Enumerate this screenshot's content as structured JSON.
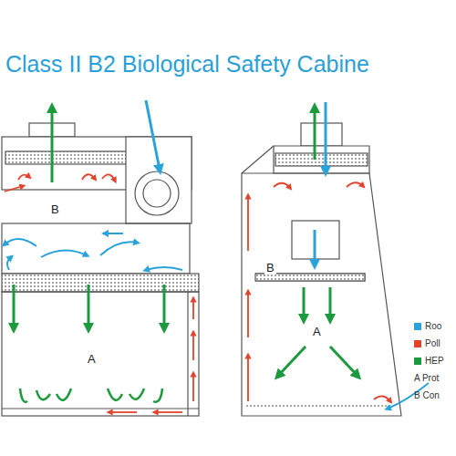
{
  "diagram": {
    "title": "Class II B2 Biological Safety Cabine",
    "labels": [
      "B",
      "A",
      "B",
      "A"
    ],
    "legend": [
      {
        "text": "Roo",
        "color": "#2aa3dc"
      },
      {
        "text": "Poll",
        "color": "#e2432c"
      },
      {
        "text": "HEP",
        "color": "#1d9a3e"
      },
      {
        "text": "A Prot"
      },
      {
        "text": "B Con"
      }
    ]
  }
}
